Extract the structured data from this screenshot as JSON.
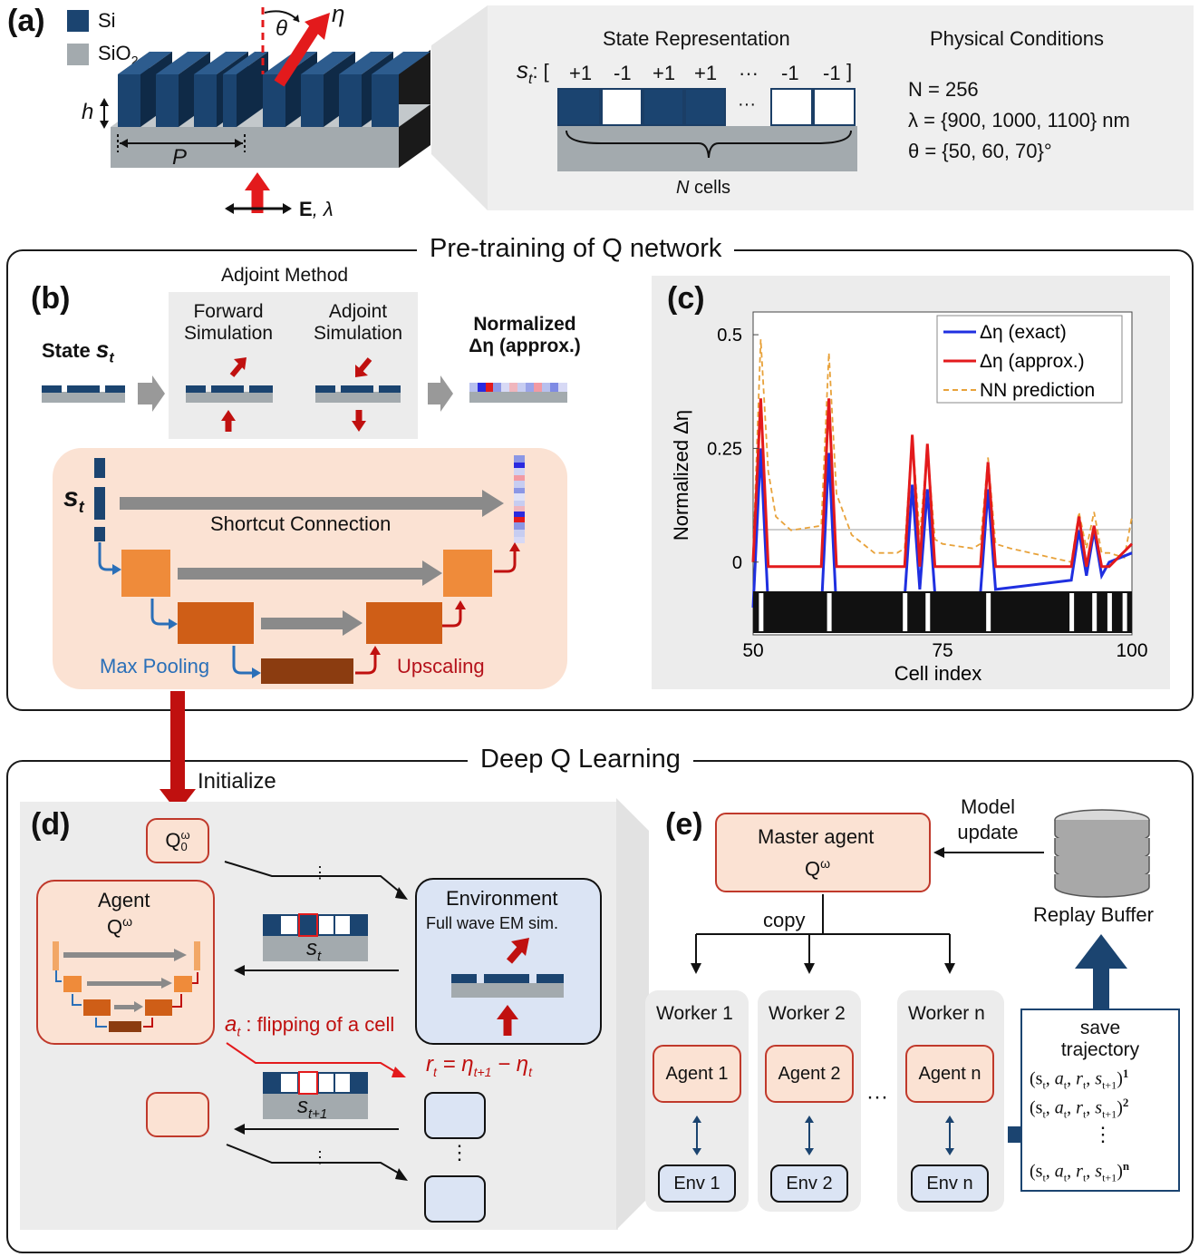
{
  "panels": {
    "a": "(a)",
    "b": "(b)",
    "c": "(c)",
    "d": "(d)",
    "e": "(e)"
  },
  "panel_a": {
    "legend_si": "Si",
    "legend_sio2": "SiO",
    "legend_sio2_sub": "2",
    "theta": "θ",
    "eta": "η",
    "h": "h",
    "p": "P",
    "e_field": "E",
    "lambda": ", λ",
    "state_title": "State Representation",
    "state_symbol": "s",
    "state_sub": "t",
    "state_colon": ": [",
    "state_values": [
      "+1",
      "-1",
      "+1",
      "+1",
      "···",
      "-1",
      "-1"
    ],
    "state_close": "]",
    "cells_label_n": "N",
    "cells_label": " cells",
    "dots": "···",
    "phys_title": "Physical Conditions",
    "phys_n": "N = 256",
    "phys_lambda": "λ = {900, 1000, 1100} nm",
    "phys_theta": "θ = {50, 60, 70}°"
  },
  "pretraining": {
    "title": "Pre-training of Q network",
    "adjoint_title": "Adjoint Method",
    "state_label": "State ",
    "state_sym": "s",
    "state_sub": "t",
    "forward_1": "Forward",
    "forward_2": "Simulation",
    "adjoint_1": "Adjoint",
    "adjoint_2": "Simulation",
    "norm_1": "Normalized",
    "norm_2": "Δη (approx.)",
    "unet_input_sym": "s",
    "unet_input_sub": "t",
    "shortcut": "Shortcut Connection",
    "maxpool": "Max Pooling",
    "upscaling": "Upscaling"
  },
  "chart_data": {
    "type": "line",
    "title": "",
    "xlabel": "Cell index",
    "ylabel": "Normalized Δη",
    "xlim": [
      50,
      100
    ],
    "ylim": [
      -0.16,
      0.55
    ],
    "xticks": [
      "50",
      "75",
      "100"
    ],
    "yticks": [
      "0.5",
      "0.25",
      "0"
    ],
    "legend_position": "top-right",
    "series": [
      {
        "name": "Δη (exact)",
        "color": "#1f2fe0",
        "x": [
          50,
          51,
          52,
          53,
          59,
          60,
          61,
          63,
          66,
          70,
          71,
          72,
          73,
          74,
          75,
          80,
          81,
          82,
          92,
          93,
          94,
          95,
          96,
          97,
          100
        ],
        "y": [
          -0.1,
          0.25,
          -0.1,
          -0.11,
          -0.11,
          0.24,
          -0.11,
          -0.11,
          -0.1,
          -0.08,
          0.17,
          -0.06,
          0.16,
          -0.07,
          -0.07,
          -0.07,
          0.16,
          -0.06,
          -0.04,
          0.07,
          -0.03,
          0.07,
          -0.03,
          0.0,
          0.02
        ]
      },
      {
        "name": "Δη (approx.)",
        "color": "#e31a1c",
        "x": [
          50,
          51,
          52,
          59,
          60,
          61,
          70,
          71,
          72,
          73,
          74,
          80,
          81,
          82,
          92,
          93,
          94,
          95,
          96,
          97,
          100
        ],
        "y": [
          0.0,
          0.36,
          -0.01,
          -0.01,
          0.36,
          -0.01,
          -0.01,
          0.28,
          -0.01,
          0.26,
          -0.01,
          -0.01,
          0.22,
          -0.01,
          -0.01,
          0.1,
          -0.01,
          0.08,
          -0.01,
          -0.01,
          0.04
        ]
      },
      {
        "name": "NN prediction",
        "color": "#e8a23a",
        "x": [
          50,
          51,
          52,
          53,
          55,
          59,
          60,
          61,
          63,
          66,
          69,
          70,
          71,
          72,
          73,
          74,
          75,
          79,
          80,
          81,
          82,
          84,
          92,
          93,
          94,
          95,
          96,
          97,
          99,
          100
        ],
        "y": [
          0.02,
          0.49,
          0.2,
          0.1,
          0.07,
          0.08,
          0.46,
          0.15,
          0.06,
          0.02,
          0.02,
          0.03,
          0.28,
          0.06,
          0.25,
          0.05,
          0.04,
          0.03,
          0.04,
          0.23,
          0.04,
          0.03,
          0.0,
          0.11,
          0.03,
          0.11,
          0.02,
          0.02,
          0.01,
          0.1
        ]
      }
    ],
    "cell_gaps": [
      51,
      60,
      70,
      73,
      81,
      92,
      95,
      97,
      99
    ]
  },
  "deepq": {
    "title": "Deep Q Learning",
    "initialize": "Initialize",
    "q0": "Q",
    "q0_sub": "0",
    "q0_sup": "ω",
    "agent_title": "Agent",
    "agent_q": "Q",
    "agent_sup": "ω",
    "env_title": "Environment",
    "env_sub": "Full wave EM sim.",
    "st_sym": "s",
    "st_sub": "t",
    "st1_sym": "s",
    "st1_sub": "t+1",
    "action_sym": "a",
    "action_sub": "t",
    "action_text": " : flipping of a cell",
    "reward": "r",
    "reward_sub": "t",
    "reward_eq": " = η",
    "reward_sub2": "t+1",
    "reward_minus": " − η",
    "reward_sub3": "t",
    "vdots": "⋮"
  },
  "panel_e": {
    "master_1": "Master agent",
    "master_q": "Q",
    "master_sup": "ω",
    "model_update_1": "Model",
    "model_update_2": "update",
    "replay": "Replay Buffer",
    "copy": "copy",
    "workers": [
      {
        "title": "Worker 1",
        "agent": "Agent 1",
        "env": "Env 1"
      },
      {
        "title": "Worker 2",
        "agent": "Agent 2",
        "env": "Env 2"
      },
      {
        "title": "Worker n",
        "agent": "Agent n",
        "env": "Env n"
      }
    ],
    "hdots": "···",
    "save_1": "save",
    "save_2": "trajectory",
    "traj_sups": [
      "1",
      "2",
      "n"
    ],
    "traj_text": "(s",
    "vdots": "⋮"
  }
}
